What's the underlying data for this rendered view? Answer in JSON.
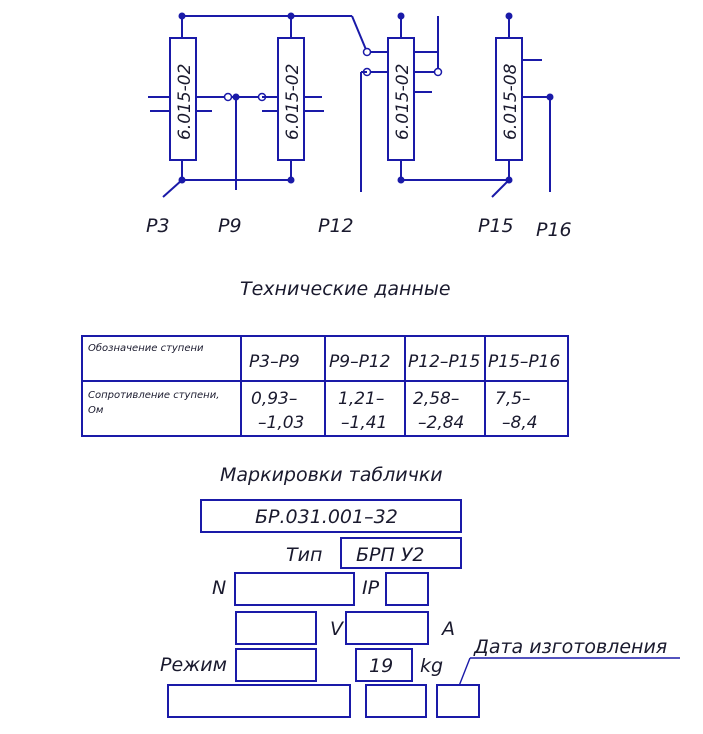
{
  "schematic": {
    "resistors": [
      "6.015-02",
      "6.015-02",
      "6.015-02",
      "6.015-08"
    ],
    "terminals": [
      "Р3",
      "Р9",
      "Р12",
      "Р15",
      "Р16"
    ]
  },
  "tech_data": {
    "title": "Технические данные",
    "header_row_label": "Обозначение ступени",
    "value_row_label": "Сопротивление ступени, Ом",
    "columns": [
      "Р3–Р9",
      "Р9–Р12",
      "Р12–Р15",
      "Р15–Р16"
    ],
    "values_top": [
      "0,93–",
      "1,21–",
      "2,58–",
      "7,5–"
    ],
    "values_bottom": [
      "–1,03",
      "–1,41",
      "–2,84",
      "–8,4"
    ]
  },
  "plate": {
    "title": "Маркировки таблички",
    "code": "БР.031.001–32",
    "type_label": "Тип",
    "type_value": "БРП У2",
    "n_label": "N",
    "ip_label": "IP",
    "v_label": "V",
    "a_label": "A",
    "mode_label": "Режим",
    "weight_value": "19",
    "weight_unit": "kg",
    "date_label": "Дата изготовления"
  }
}
